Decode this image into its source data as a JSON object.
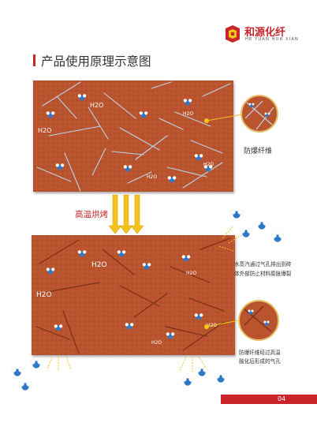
{
  "brand": {
    "name": "和源化纤",
    "sub": "HE YUAN HUA XIAN"
  },
  "title": "产品使用原理示意图",
  "labels": {
    "fiber": "防爆纤维",
    "bake": "高温烘烤",
    "steam_line1": "水蒸汽通过气孔排出到砖",
    "steam_line2": "体外部防止材料膨胀爆裂",
    "pore_line1": "防爆纤维经过高温",
    "pore_line2": "融化后形成的气孔"
  },
  "molecule_label": "H2O",
  "page_number": "04",
  "colors": {
    "brand_red": "#c9242a",
    "brick": "#b9542e",
    "fiber": "#bcd2e8",
    "arrow_yellow": "#f3c21c",
    "inset_border": "#e6c26b"
  }
}
